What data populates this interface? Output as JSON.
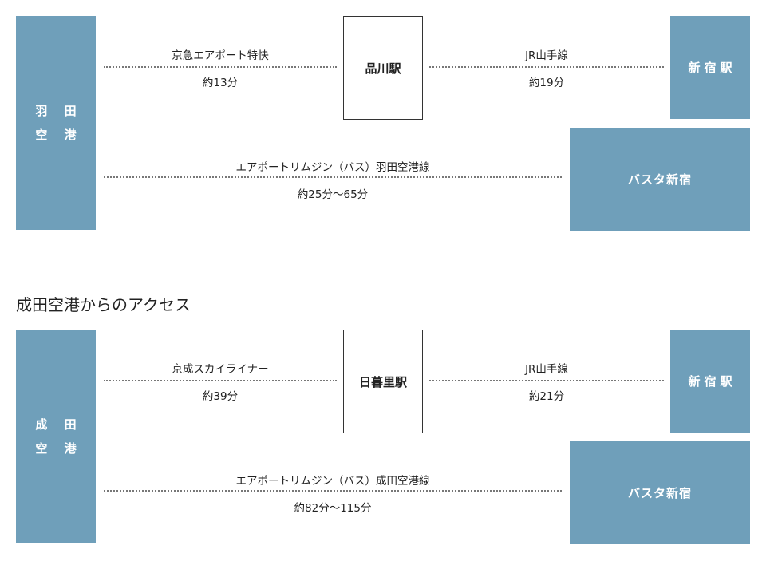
{
  "haneda": {
    "origin": [
      "羽 田",
      "空 港"
    ],
    "route1": {
      "line": "京急エアポート特快",
      "time": "約13分"
    },
    "transfer": "品川駅",
    "route2": {
      "line": "JR山手線",
      "time": "約19分"
    },
    "destination": "新宿駅",
    "bus": {
      "line": "エアポートリムジン（バス）羽田空港線",
      "time": "約25分〜65分"
    },
    "bus_destination": "バスタ新宿"
  },
  "narita_heading": "成田空港からのアクセス",
  "narita": {
    "origin": [
      "成 田",
      "空 港"
    ],
    "route1": {
      "line": "京成スカイライナー",
      "time": "約39分"
    },
    "transfer": "日暮里駅",
    "route2": {
      "line": "JR山手線",
      "time": "約21分"
    },
    "destination": "新宿駅",
    "bus": {
      "line": "エアポートリムジン（バス）成田空港線",
      "time": "約82分〜115分"
    },
    "bus_destination": "バスタ新宿"
  },
  "colors": {
    "accent_blue": "#6f9fba",
    "border": "#333333",
    "dots": "#777777"
  }
}
